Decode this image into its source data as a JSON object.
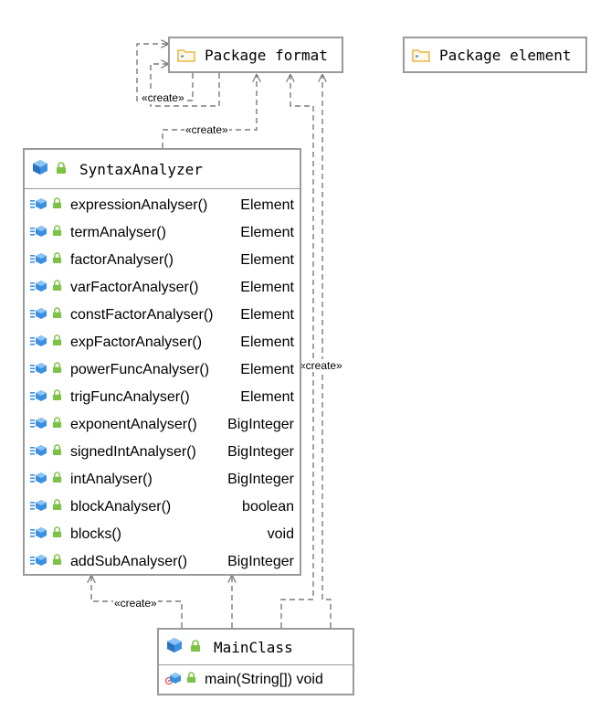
{
  "colors": {
    "border": "#9a9a9a",
    "edge": "#7a7a7a",
    "folder": "#e8b94a",
    "cube": "#3d8fe0",
    "lock": "#7cc247"
  },
  "packages": [
    {
      "id": "format",
      "label": "Package format",
      "icon": "folder-icon"
    },
    {
      "id": "element",
      "label": "Package element",
      "icon": "folder-icon"
    }
  ],
  "syntax_analyzer": {
    "title": "SyntaxAnalyzer",
    "icon": "class-cube-icon",
    "methods": [
      {
        "name": "expressionAnalyser()",
        "type": "Element"
      },
      {
        "name": "termAnalyser()",
        "type": "Element"
      },
      {
        "name": "factorAnalyser()",
        "type": "Element"
      },
      {
        "name": "varFactorAnalyser()",
        "type": "Element"
      },
      {
        "name": "constFactorAnalyser()",
        "type": "Element"
      },
      {
        "name": "expFactorAnalyser()",
        "type": "Element"
      },
      {
        "name": "powerFuncAnalyser()",
        "type": "Element"
      },
      {
        "name": "trigFuncAnalyser()",
        "type": "Element"
      },
      {
        "name": "exponentAnalyser()",
        "type": "BigInteger"
      },
      {
        "name": "signedIntAnalyser()",
        "type": "BigInteger"
      },
      {
        "name": "intAnalyser()",
        "type": "BigInteger"
      },
      {
        "name": "blockAnalyser()",
        "type": "boolean"
      },
      {
        "name": "blocks()",
        "type": "void"
      },
      {
        "name": "addSubAnalyser()",
        "type": "BigInteger"
      }
    ]
  },
  "main_class": {
    "title": "MainClass",
    "icon": "class-cube-icon",
    "methods": [
      {
        "name": "main(String[])",
        "type": "void"
      }
    ]
  },
  "edge_labels": {
    "self_create": "«create»",
    "syntax_to_format": "«create»",
    "main_to_format": "«create»",
    "main_to_syntax": "«create»"
  }
}
